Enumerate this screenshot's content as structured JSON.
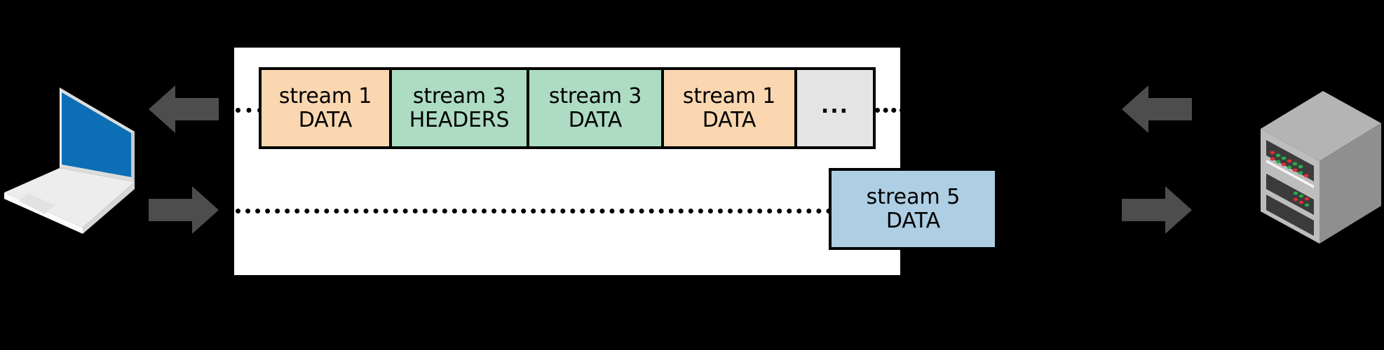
{
  "diagram": {
    "title": "HTTP/2 multiplexed streams between client and server",
    "colors": {
      "background": "#000000",
      "panel": "#ffffff",
      "data_frame": "#fad7b0",
      "headers_frame": "#addcc2",
      "stream5_frame": "#aecee3",
      "placeholder_frame": "#e4e4e4",
      "arrow": "#4d4d4d",
      "stroke": "#000000",
      "laptop_screen": "#0c6fb5",
      "laptop_body": "#e8e8e8",
      "server_body": "#9a9a9a",
      "server_led_green": "#2bab4b",
      "server_led_red": "#e03030"
    },
    "endpoints": {
      "left": {
        "name": "laptop",
        "label": "client laptop"
      },
      "right": {
        "name": "server",
        "label": "server tower"
      }
    },
    "arrows": [
      {
        "name": "arrow-top-left",
        "direction": "left"
      },
      {
        "name": "arrow-top-right",
        "direction": "left"
      },
      {
        "name": "arrow-bottom-left",
        "direction": "right"
      },
      {
        "name": "arrow-bottom-right",
        "direction": "right"
      }
    ],
    "inbound_frames": [
      {
        "line1": "stream 1",
        "line2": "DATA",
        "fill": "#fad7b0",
        "width_class": "cell-w-186"
      },
      {
        "line1": "stream 3",
        "line2": "HEADERS",
        "fill": "#addcc2",
        "width_class": "cell-w-196"
      },
      {
        "line1": "stream 3",
        "line2": "DATA",
        "fill": "#addcc2",
        "width_class": "cell-w-192"
      },
      {
        "line1": "stream 1",
        "line2": "DATA",
        "fill": "#fad7b0",
        "width_class": "cell-w-190"
      },
      {
        "line1": "...",
        "line2": "",
        "fill": "#e4e4e4",
        "width_class": "cell-w-108"
      }
    ],
    "outbound_frame": {
      "line1": "stream 5",
      "line2": "DATA",
      "fill": "#aecee3"
    }
  }
}
